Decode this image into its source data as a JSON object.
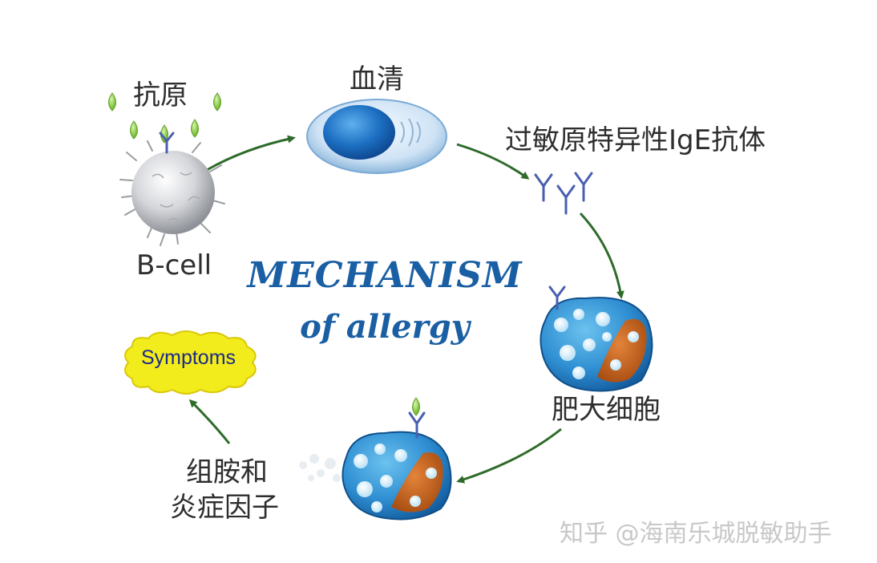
{
  "diagram": {
    "title_line1": "MECHANISM",
    "title_line2": "of allergy",
    "labels": {
      "antigen": "抗原",
      "b_cell": "B-cell",
      "serum": "血清",
      "ige": "过敏原特异性IgE抗体",
      "mast_cell": "肥大细胞",
      "mediators_line1": "组胺和",
      "mediators_line2": "炎症因子",
      "symptoms": "Symptoms"
    },
    "watermark": "知乎 @海南乐城脱敏助手",
    "colors": {
      "arrow": "#2e6b2a",
      "title": "#1a5fa3",
      "antibody": "#4a5fb0",
      "antigen": "#8ed04a",
      "cell_blue": "#2f8fd2",
      "nucleus": "#c8621e",
      "symptoms_fill": "#f2ec1c"
    }
  }
}
